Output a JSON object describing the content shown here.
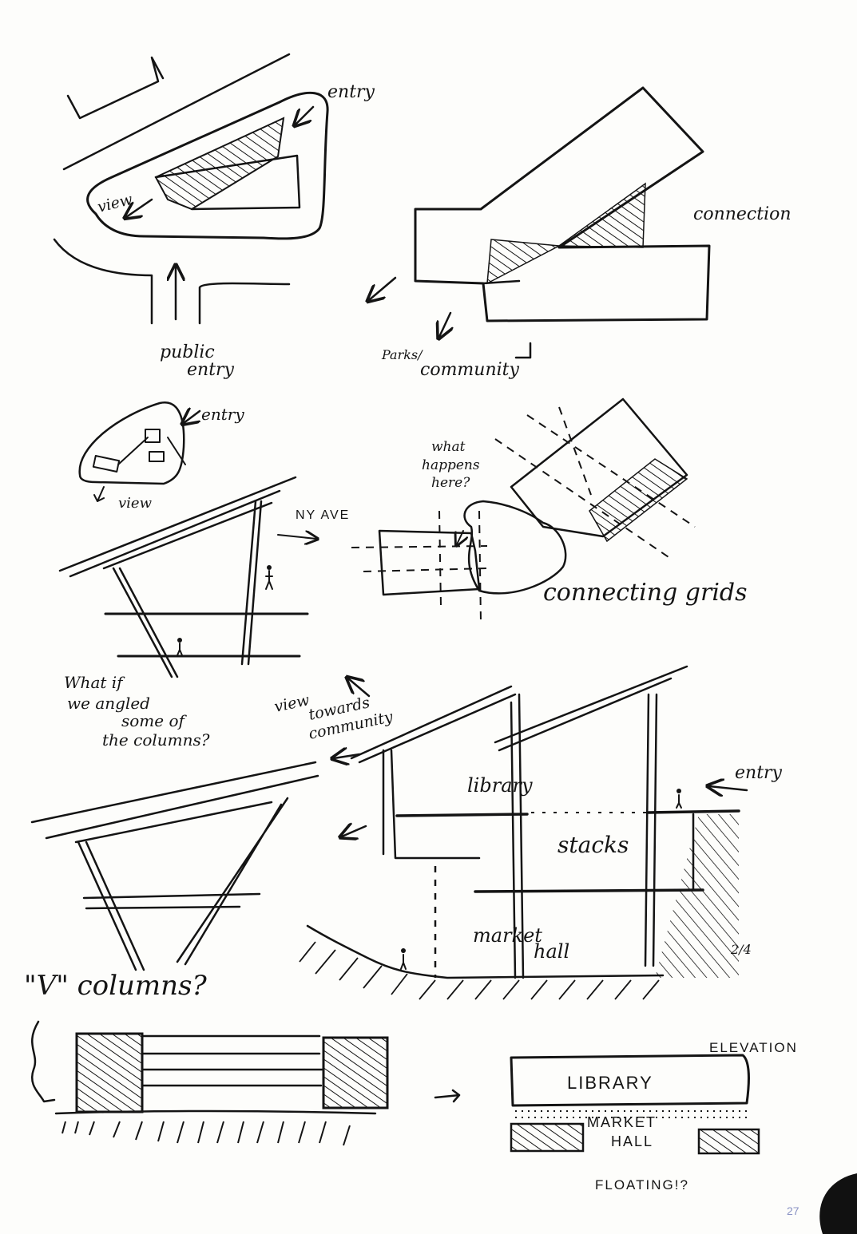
{
  "sketch1": {
    "entry": "entry",
    "view": "view",
    "public_entry_1": "public",
    "public_entry_2": "entry"
  },
  "sketch2": {
    "connection": "connection",
    "parks": "Parks/",
    "community": "community"
  },
  "sketch3": {
    "entry": "entry",
    "view": "view"
  },
  "sketch4": {
    "ny_ave": "NY AVE",
    "what_if": [
      "What if",
      "we angled",
      "some of",
      "the columns?"
    ]
  },
  "sketch5": {
    "what_happens": [
      "what",
      "happens",
      "here?"
    ],
    "connecting_grids": "connecting grids"
  },
  "sketch6": {
    "view_towards": [
      "view",
      "towards",
      "community"
    ],
    "library": "library",
    "stacks": "stacks",
    "market_hall": [
      "market",
      "hall"
    ],
    "entry": "entry",
    "floor_mark": "2/4"
  },
  "sketch7": {
    "v_columns": "\"V\" columns?"
  },
  "sketch8": {
    "elevation": "ELEVATION",
    "library": "LIBRARY",
    "market_hall": [
      "MARKET",
      "HALL"
    ],
    "floating": "FLOATING!?"
  },
  "page_number": "27",
  "colors": {
    "ink": "#141414",
    "paper": "#fdfdfb",
    "page_number": "#8a93c4"
  }
}
